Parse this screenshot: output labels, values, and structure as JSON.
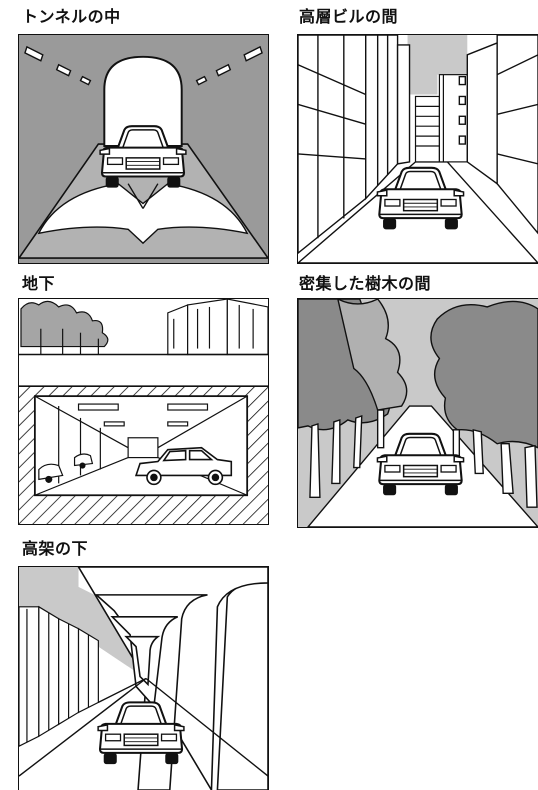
{
  "panels": [
    {
      "id": "tunnel",
      "caption": "トンネルの中"
    },
    {
      "id": "buildings",
      "caption": "高層ビルの間"
    },
    {
      "id": "underground",
      "caption": "地下"
    },
    {
      "id": "forest",
      "caption": "密集した樹木の間"
    },
    {
      "id": "overpass",
      "caption": "高架の下"
    }
  ],
  "colors": {
    "gray": "#9a9a9a",
    "light_gray": "#c9c9c9",
    "line": "#111111"
  },
  "icons": [
    "car-icon"
  ]
}
